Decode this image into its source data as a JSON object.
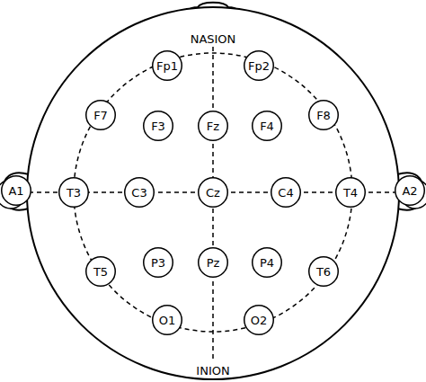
{
  "diagram": {
    "nodes": [
      {
        "text": [
          "Fp1"
        ]
      },
      {
        "text": [
          "Fp2"
        ]
      },
      {
        "text": [
          "F7"
        ]
      },
      {
        "text": [
          "F3"
        ]
      },
      {
        "text": [
          "Fz"
        ]
      },
      {
        "text": [
          "F4"
        ]
      },
      {
        "text": [
          "F8"
        ]
      },
      {
        "text": [
          "A1"
        ]
      },
      {
        "text": [
          "T3"
        ]
      },
      {
        "text": [
          "C3"
        ]
      },
      {
        "text": [
          "Cz"
        ]
      },
      {
        "text": [
          "C4"
        ]
      },
      {
        "text": [
          "T4"
        ]
      },
      {
        "text": [
          "A2"
        ]
      },
      {
        "text": [
          "T5"
        ]
      },
      {
        "text": [
          "P3"
        ]
      },
      {
        "text": [
          "Pz"
        ]
      },
      {
        "text": [
          "P4"
        ]
      },
      {
        "text": [
          "T6"
        ]
      },
      {
        "text": [
          "O1"
        ]
      },
      {
        "text": [
          "O2"
        ]
      }
    ],
    "labels": [
      "NASION",
      "INION"
    ]
  }
}
